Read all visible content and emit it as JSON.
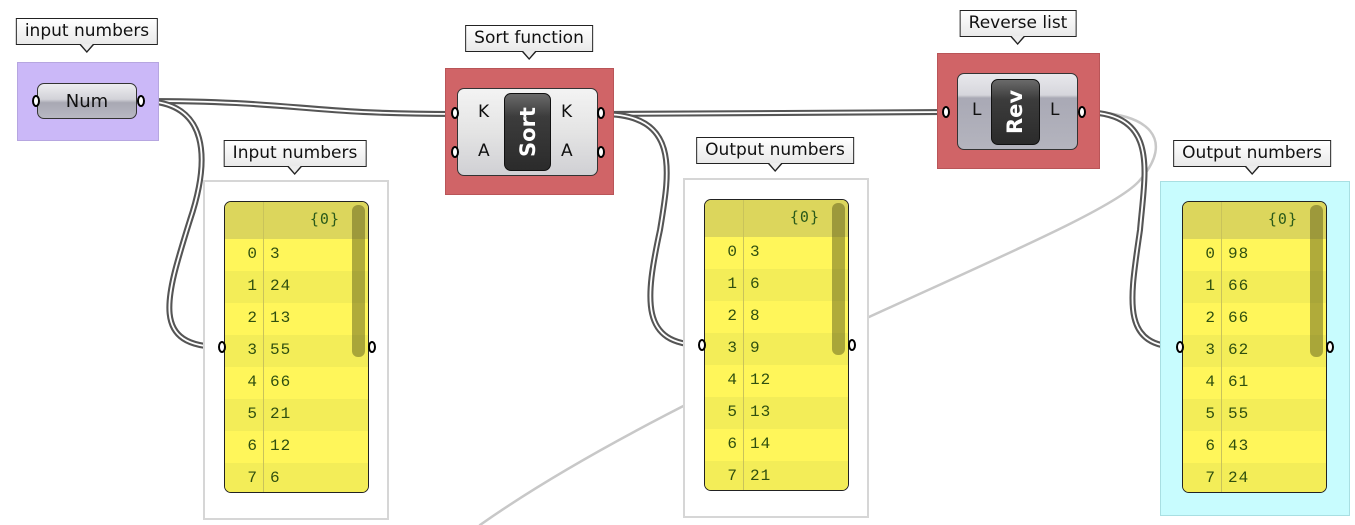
{
  "canvas": {
    "colors": {
      "selected_group": "#d06467",
      "input_group": "#cbb8f8",
      "output_group": "#c8fcfe",
      "panel_fill": "#fff65a",
      "wire": "#555555"
    }
  },
  "groups": {
    "input_numbers": {
      "label": "input numbers"
    },
    "sort_function": {
      "label": "Sort function"
    },
    "reverse_list": {
      "label": "Reverse list"
    },
    "input_panel_group": {
      "label": "Input numbers"
    },
    "sorted_panel_group": {
      "label": "Output numbers"
    },
    "reversed_panel_group": {
      "label": "Output numbers"
    }
  },
  "components": {
    "num": {
      "label": "Num"
    },
    "sort": {
      "label": "Sort",
      "inputs": [
        "K",
        "A"
      ],
      "outputs": [
        "K",
        "A"
      ]
    },
    "rev": {
      "label": "Rev",
      "inputs": [
        "L"
      ],
      "outputs": [
        "L"
      ]
    }
  },
  "panels": {
    "input": {
      "path": "{0}",
      "rows": [
        {
          "i": "0",
          "v": "3"
        },
        {
          "i": "1",
          "v": "24"
        },
        {
          "i": "2",
          "v": "13"
        },
        {
          "i": "3",
          "v": "55"
        },
        {
          "i": "4",
          "v": "66"
        },
        {
          "i": "5",
          "v": "21"
        },
        {
          "i": "6",
          "v": "12"
        },
        {
          "i": "7",
          "v": "6"
        }
      ]
    },
    "sorted": {
      "path": "{0}",
      "rows": [
        {
          "i": "0",
          "v": "3"
        },
        {
          "i": "1",
          "v": "6"
        },
        {
          "i": "2",
          "v": "8"
        },
        {
          "i": "3",
          "v": "9"
        },
        {
          "i": "4",
          "v": "12"
        },
        {
          "i": "5",
          "v": "13"
        },
        {
          "i": "6",
          "v": "14"
        },
        {
          "i": "7",
          "v": "21"
        }
      ]
    },
    "reversed": {
      "path": "{0}",
      "rows": [
        {
          "i": "0",
          "v": "98"
        },
        {
          "i": "1",
          "v": "66"
        },
        {
          "i": "2",
          "v": "66"
        },
        {
          "i": "3",
          "v": "62"
        },
        {
          "i": "4",
          "v": "61"
        },
        {
          "i": "5",
          "v": "55"
        },
        {
          "i": "6",
          "v": "43"
        },
        {
          "i": "7",
          "v": "24"
        }
      ]
    }
  }
}
